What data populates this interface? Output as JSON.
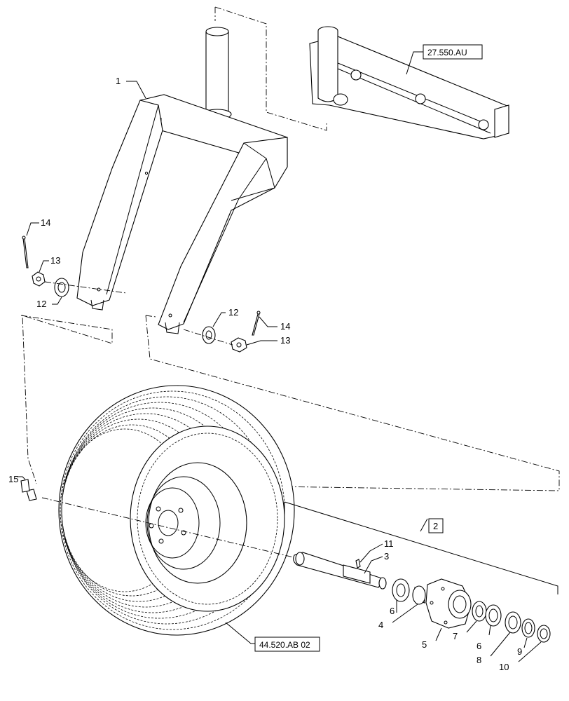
{
  "callouts": {
    "c1": "1",
    "c2": "2",
    "c3": "3",
    "c4": "4",
    "c5": "5",
    "c6a": "6",
    "c6b": "6",
    "c7": "7",
    "c8": "8",
    "c9": "9",
    "c10": "10",
    "c11": "11",
    "c12a": "12",
    "c12b": "12",
    "c13a": "13",
    "c13b": "13",
    "c14a": "14",
    "c14b": "14",
    "c15": "15"
  },
  "references": {
    "frame_ref": "27.550.AU",
    "wheel_ref": "44.520.AB 02"
  }
}
